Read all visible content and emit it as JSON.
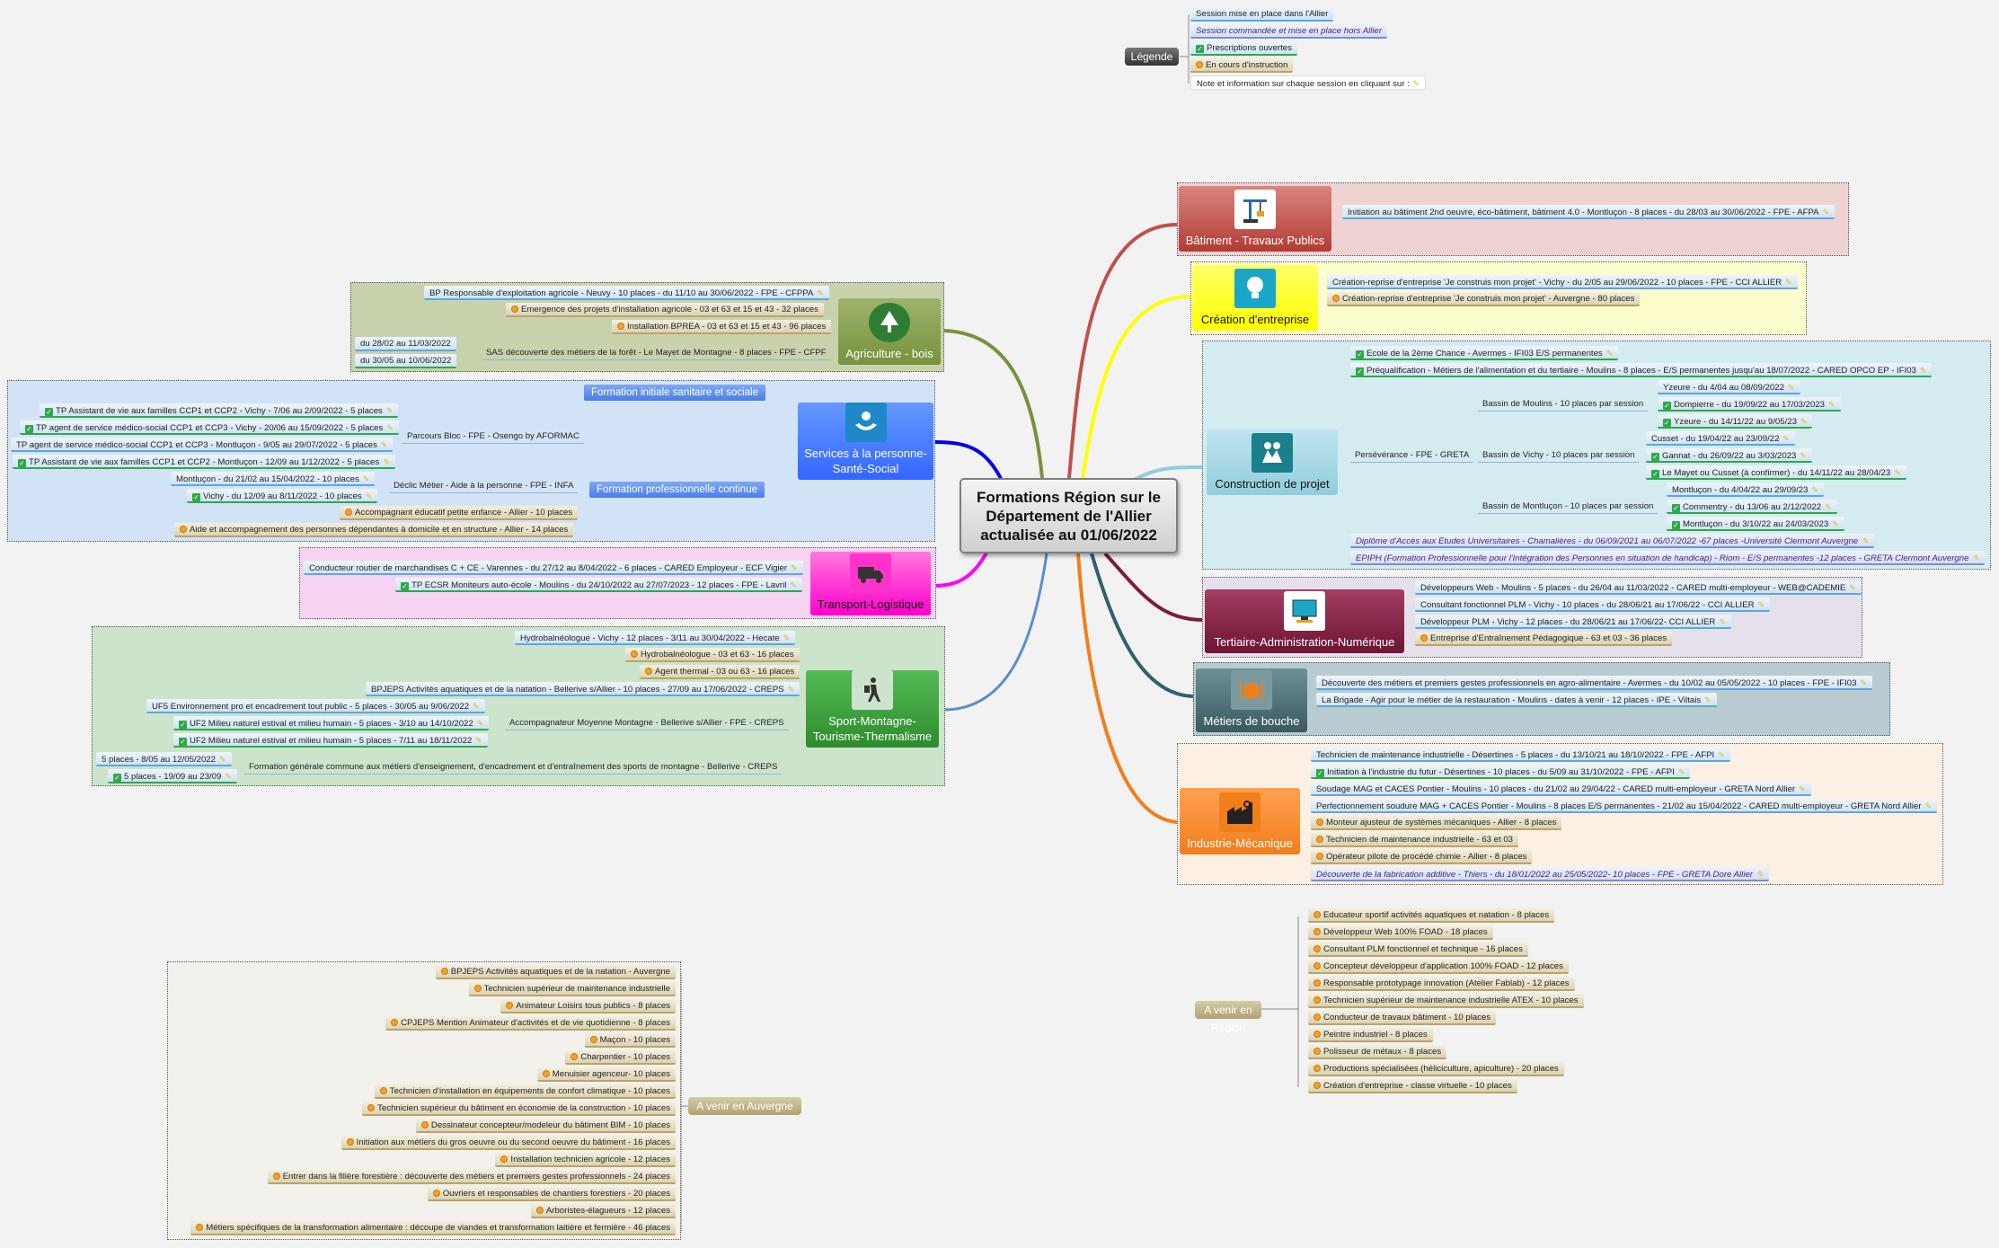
{
  "central_title": "Formations Région sur le Département de l'Allier actualisée au 01/06/2022",
  "legend": {
    "label": "Légende",
    "items": [
      {
        "text": "Session mise en place dans l'Allier",
        "style": "blue"
      },
      {
        "text": "Session commandée et mise en place hors Allier",
        "style": "purple"
      },
      {
        "text": "Prescriptions ouvertes",
        "style": "green"
      },
      {
        "text": "En cours d'instruction",
        "style": "orange"
      },
      {
        "text": "Note et information sur chaque session en cliquant sur :",
        "style": "note"
      }
    ]
  },
  "categories": {
    "batiment": {
      "label": "Bâtiment - Travaux Publics",
      "color": "#c0504d",
      "items": [
        {
          "text": "Initiation au bâtiment 2nd oeuvre, éco-bâtiment, bâtiment 4.0 - Montluçon - 8 places - du 28/03 au 30/06/2022 - FPE - AFPA",
          "style": "blue"
        }
      ]
    },
    "creation": {
      "label": "Création d'entreprise",
      "color": "#ffff00",
      "items": [
        {
          "text": "Création-reprise d'entreprise 'Je construis mon projet' - Vichy - du 2/05 au 29/06/2022 - 10 places - FPE - CCI ALLIER",
          "style": "blue"
        },
        {
          "text": "Création-reprise d'entreprise 'Je construis mon projet' - Auvergne - 80 places",
          "style": "orange"
        }
      ]
    },
    "construction": {
      "label": "Construction de projet",
      "color": "#92cddc",
      "items": [
        {
          "text": "Ecole de la 2ème Chance - Avermes - IFI03 E/S permanentes",
          "style": "green"
        },
        {
          "text": "Préqualification - Métiers de l'alimentation et du tertiaire - Moulins - 8 places - E/S permanentes jusqu'au 18/07/2022 - CARED OPCO EP - IFI03",
          "style": "green"
        }
      ],
      "perseverance": "Persévérance - FPE - GRETA",
      "bassins": [
        {
          "label": "Bassin de Moulins - 10 places par session",
          "sessions": [
            {
              "text": "Yzeure - du 4/04 au 08/09/2022",
              "style": "blue"
            },
            {
              "text": "Dompierre - du 19/09/22 au 17/03/2023",
              "style": "green"
            },
            {
              "text": "Yzeure - du 14/11/22 au 9/05/23",
              "style": "green"
            }
          ]
        },
        {
          "label": "Bassin de Vichy - 10 places par session",
          "sessions": [
            {
              "text": "Cusset - du 19/04/22 au 23/09/22",
              "style": "blue"
            },
            {
              "text": "Gannat - du 26/09/22 au 3/03/2023",
              "style": "green"
            },
            {
              "text": "Le Mayet ou Cusset (à confirmer) - du 14/11/22 au 28/04/23",
              "style": "green"
            }
          ]
        },
        {
          "label": "Bassin de Montluçon - 10 places par session",
          "sessions": [
            {
              "text": "Montluçon - du 4/04/22 au 29/09/23",
              "style": "blue"
            },
            {
              "text": "Commentry - du 13/06 au 2/12/2022",
              "style": "green"
            },
            {
              "text": "Montluçon - du 3/10/22 au 24/03/2023",
              "style": "green"
            }
          ]
        }
      ],
      "items_after": [
        {
          "text": "Diplôme d'Accès aux Etudes Universitaires - Chamalières - du 06/09/2021 au 06/07/2022 -67 places -Université Clermont Auvergne",
          "style": "purple"
        },
        {
          "text": "EPIPH (Formation Professionnelle pour l'Intégration des Personnes en situation de handicap) - Riom - E/S permanentes -12 places - GRETA Clermont Auvergne",
          "style": "purple"
        }
      ]
    },
    "tertiaire": {
      "label": "Tertiaire-Administration-Numérique",
      "color": "#7b1d3a",
      "items": [
        {
          "text": "Développeurs Web - Moulins - 5 places - du 26/04 au 11/03/2022 - CARED multi-employeur - WEB@CADEMIE",
          "style": "blue"
        },
        {
          "text": "Consultant fonctionnel PLM - Vichy - 10 places - du 28/06/21 au 17/06/22 - CCI ALLIER",
          "style": "blue"
        },
        {
          "text": "Développeur PLM - Vichy - 12 places - du 28/06/21 au 17/06/22- CCI ALLIER",
          "style": "blue"
        },
        {
          "text": "Entreprise d'Entraînement Pédagogique - 63 et 03 - 36 places",
          "style": "orange"
        }
      ]
    },
    "bouche": {
      "label": "Métiers de bouche",
      "color": "#31616b",
      "items": [
        {
          "text": "Découverte des métiers et premiers gestes professionnels en agro-alimentaire - Avermes - du 10/02 au 05/05/2022 - 10 places - FPE - IFI03",
          "style": "blue"
        },
        {
          "text": "La Brigade - Agir pour le métier de la restauration - Moulins - dates à venir - 12 places - IPE - Viltais",
          "style": "blue"
        }
      ]
    },
    "industrie": {
      "label": "Industrie-Mécanique",
      "color": "#f07f1c",
      "items": [
        {
          "text": "Technicien de maintenance industrielle - Désertines - 5 places - du 13/10/21 au 18/10/2022 - FPE - AFPI",
          "style": "blue"
        },
        {
          "text": "Initiation à l'industrie du futur - Désertines - 10 places - du 5/09 au 31/10/2022 - FPE - AFPI",
          "style": "green"
        },
        {
          "text": "Soudage MAG et CACES Pontier - Moulins - 10 places - du 21/02 au 29/04/22 - CARED multi-employeur - GRETA Nord Allier",
          "style": "blue"
        },
        {
          "text": "Perfectionnement soudure MAG + CACES Pontier - Moulins - 8 places E/S permanentes - 21/02 au 15/04/2022 - CARED multi-employeur - GRETA Nord Allier",
          "style": "blue"
        },
        {
          "text": "Monteur ajusteur de systèmes mécaniques - Allier - 8 places",
          "style": "orange"
        },
        {
          "text": "Technicien de maintenance industrielle - 63 et 03",
          "style": "orange"
        },
        {
          "text": "Opérateur pilote de procédé chimie - Allier - 8 places",
          "style": "orange"
        },
        {
          "text": "Découverte de la fabrication additive - Thiers - du 18/01/2022 au 25/05/2022- 10 places - FPE - GRETA Dore Allier",
          "style": "purple"
        }
      ]
    },
    "agriculture": {
      "label": "Agriculture - bois",
      "color": "#76923c",
      "items": [
        {
          "text": "BP Responsable d'exploitation agricole - Neuvy - 10 places - du 11/10 au 30/06/2022 - FPE - CFPPA",
          "style": "blue"
        },
        {
          "text": "Emergence des projets d'installation agricole - 03 et 63 et 15 et 43 - 32 places",
          "style": "orange"
        },
        {
          "text": "Installation BPREA - 03 et 63 et 15 et 43 - 96 places",
          "style": "orange"
        }
      ],
      "sas": "SAS découverte des métiers de la forêt - Le Mayet de Montagne - 8 places - FPE - CFPF",
      "sas_sessions": [
        {
          "text": "du 28/02 au 11/03/2022",
          "style": "blue"
        },
        {
          "text": "du 30/05 au 10/06/2022",
          "style": "green"
        }
      ]
    },
    "services": {
      "label": "Services à la personne-Santé-Social",
      "color": "#3366ff",
      "sub1": "Formation initiale sanitaire et sociale",
      "sub2": "Formation professionnelle continue",
      "parcours": "Parcours Bloc - FPE - Osengo by AFORMAC",
      "parcours_items": [
        {
          "text": "TP Assistant de vie aux familles CCP1 et CCP2 - Vichy - 7/06 au 2/09/2022 - 5 places",
          "style": "green"
        },
        {
          "text": "TP agent de service médico-social CCP1 et CCP3 - Vichy - 20/06 au 15/09/2022 - 5 places",
          "style": "green"
        },
        {
          "text": "TP agent de service médico-social CCP1 et CCP3 - Montluçon - 9/05 au 29/07/2022 - 5 places",
          "style": "blue"
        },
        {
          "text": "TP Assistant de vie aux familles CCP1 et CCP2 - Montluçon - 12/09 au 1/12/2022 - 5 places",
          "style": "green"
        }
      ],
      "declic": "Déclic Métier - Aide à la personne - FPE - INFA",
      "declic_items": [
        {
          "text": "Montluçon - du 21/02 au 15/04/2022 - 10 places",
          "style": "blue"
        },
        {
          "text": "Vichy - du 12/09 au 8/11/2022 - 10 places",
          "style": "green"
        }
      ],
      "other_items": [
        {
          "text": "Accompagnant éducatif petite enfance - Allier - 10 places",
          "style": "orange"
        },
        {
          "text": "Aide et accompagnement des personnes dépendantes à domicile et en structure - Allier - 14 places",
          "style": "orange"
        }
      ]
    },
    "transport": {
      "label": "Transport-Logistique",
      "color": "#ff33cc",
      "items": [
        {
          "text": "Conducteur routier de marchandises C + CE - Varennes - du 27/12 au 8/04/2022 - 6 places - CARED Employeur - ECF Vigier",
          "style": "blue"
        },
        {
          "text": "TP ECSR Moniteurs auto-école - Moulins - du 24/10/2022 au 27/07/2023 - 12 places - FPE - Lavril",
          "style": "green"
        }
      ]
    },
    "sport": {
      "label": "Sport-Montagne-Tourisme-Thermalisme",
      "color": "#339933",
      "items": [
        {
          "text": "Hydrobalnéologue - Vichy - 12 places - 3/11 au 30/04/2022 - Hecate",
          "style": "blue"
        },
        {
          "text": "Hydrobalnéologue - 03 et 63 - 16 places",
          "style": "orange"
        },
        {
          "text": "Agent thermal - 03 ou 63 - 16 places",
          "style": "orange"
        },
        {
          "text": "BPJEPS Activités aquatiques et de la natation - Bellerive s/Allier - 10 places - 27/09 au 17/06/2022 - CREPS",
          "style": "blue"
        }
      ],
      "amm": "Accompagnateur Moyenne Montagne - Bellerive s/Allier - FPE - CREPS",
      "amm_items": [
        {
          "text": "UF5 Environnement pro et encadrement tout public - 5 places - 30/05 au 9/06/2022",
          "style": "blue"
        },
        {
          "text": "UF2 Milieu naturel estival et milieu humain - 5 places - 3/10 au 14/10/2022",
          "style": "green"
        },
        {
          "text": "UF2 Milieu naturel estival et milieu humain - 5 places - 7/11 au 18/11/2022",
          "style": "green"
        }
      ],
      "fgc": "Formation générale commune aux métiers d'enseignement, d'encadrement et d'entraînement des sports de montagne - Bellerive - CREPS",
      "fgc_items": [
        {
          "text": "5 places - 8/05 au 12/05/2022",
          "style": "blue"
        },
        {
          "text": "5 places - 19/09 au 23/09",
          "style": "green"
        }
      ]
    }
  },
  "avenir_region": {
    "label": "A venir en Région",
    "items": [
      "Educateur sportif activités aquatiques et natation - 8 places",
      "Développeur Web 100% FOAD - 18 places",
      "Consultant PLM fonctionnel et technique - 16 places",
      "Concepteur développeur d'application 100% FOAD - 12 places",
      "Responsable prototypage innovation (Atelier Fablab) - 12 places",
      "Technicien supérieur de maintenance industrielle ATEX - 10 places",
      "Conducteur de travaux bâtiment - 10 places",
      "Peintre industriel - 8 places",
      "Polisseur de métaux - 8 places",
      "Productions spécialisées (héliciculture, apiculture) - 20 places",
      "Création d'entreprise - classe virtuelle - 10 places"
    ]
  },
  "avenir_auvergne": {
    "label": "A venir en Auvergne",
    "items": [
      "BPJEPS Activités aquatiques et de la natation - Auvergne",
      "Technicien supérieur de maintenance industrielle",
      "Animateur Loisirs tous publics - 8 places",
      "CPJEPS Mention Animateur d'activités et de vie quotidienne - 8 places",
      "Maçon - 10 places",
      "Charpentier - 10 places",
      "Menuisier agenceur- 10 places",
      "Technicien d'installation en équipements de confort climatique - 10 places",
      "Technicien supérieur du bâtiment en économie de la construction - 10 places",
      "Dessinateur concepteur/modeleur du bâtiment BIM - 10 places",
      "Initiation aux métiers du gros oeuvre ou du second oeuvre du bâtiment - 16 places",
      "Installation technicien agricole - 12 places",
      "Entrer dans la filière forestière : découverte des métiers et premiers gestes professionnels - 24 places",
      "Ouvriers et responsables de chantiers forestiers - 20 places",
      "Arboristes-élagueurs - 12 places",
      "Métiers spécifiques de la transformation alimentaire : découpe de viandes et transformation laitière et fermière - 46 places"
    ]
  }
}
